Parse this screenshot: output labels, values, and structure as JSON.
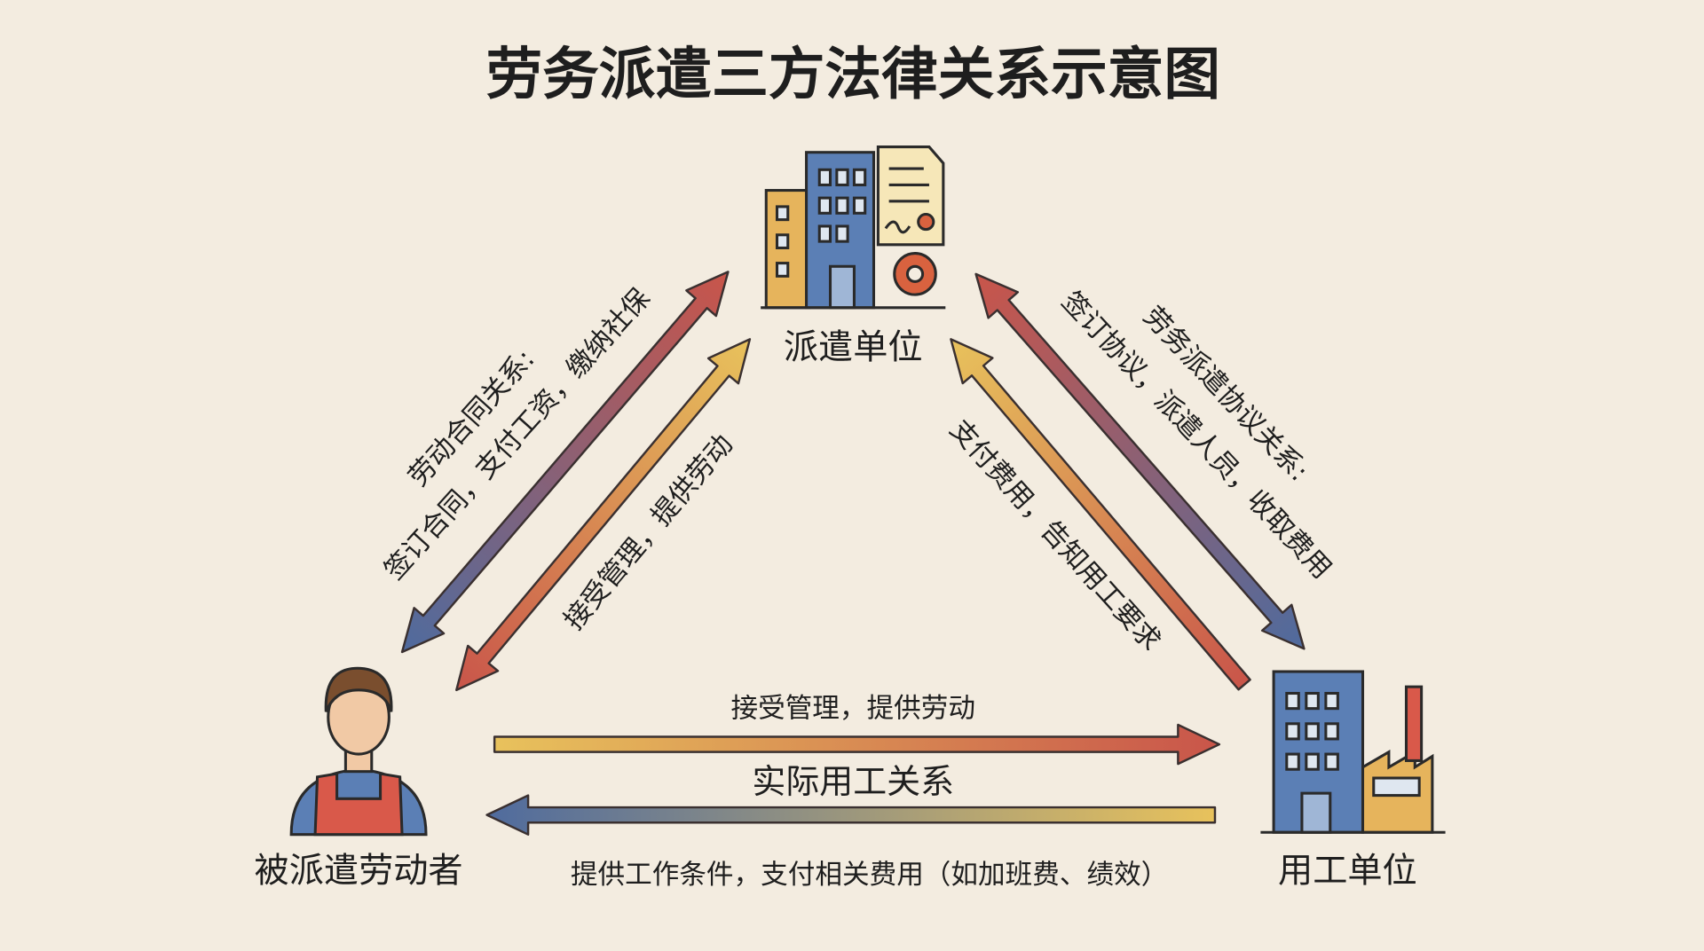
{
  "title": "劳务派遣三方法律关系示意图",
  "nodes": {
    "dispatch": "派遣单位",
    "worker": "被派遣劳动者",
    "employer": "用工单位"
  },
  "relations": {
    "labor_contract_title": "劳动合同关系:",
    "labor_contract_desc": "签订合同，支付工资，缴纳社保",
    "worker_to_dispatch": "接受管理，提供劳动",
    "dispatch_agreement_title": "劳务派遣协议关系:",
    "dispatch_agreement_desc": "签订协议，派遣人员，收取费用",
    "employer_to_dispatch": "支付费用，告知用工要求",
    "worker_to_employer": "接受管理，提供劳动",
    "actual_employment": "实际用工关系",
    "employer_to_worker": "提供工作条件，支付相关费用（如加班费、绩效）"
  },
  "colors": {
    "red": "#c9554a",
    "blue": "#4f6b9e",
    "yellow": "#e8c25c",
    "background": "#f3ece0"
  }
}
